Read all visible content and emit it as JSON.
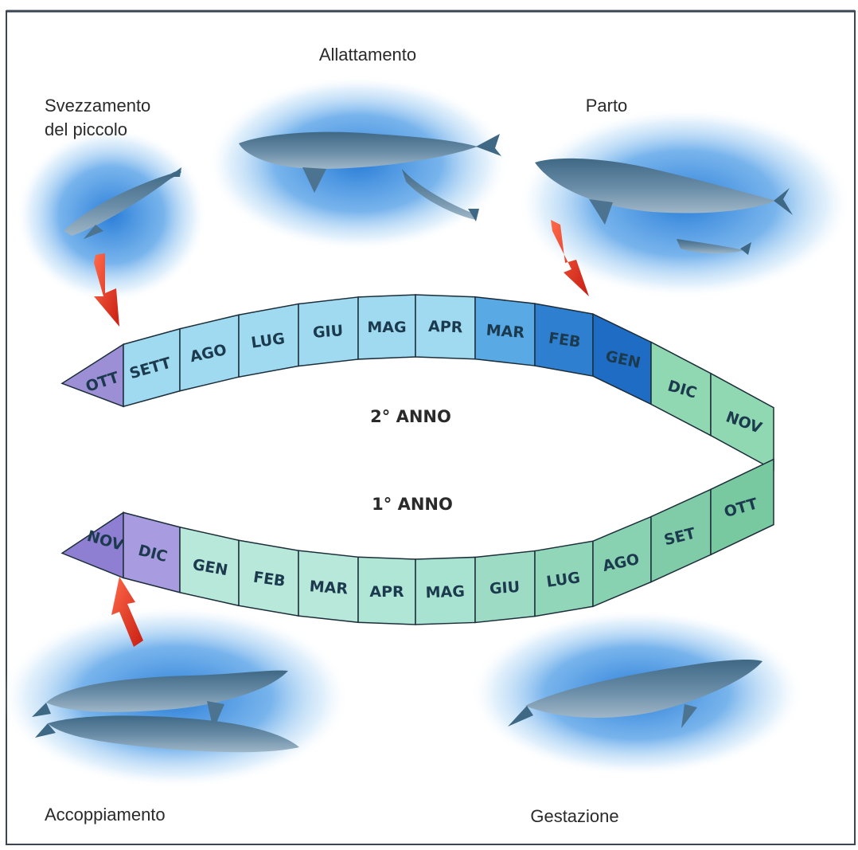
{
  "stages": {
    "weaning": [
      "Svezzamento",
      "del piccolo"
    ],
    "nursing": "Allattamento",
    "birth": "Parto",
    "mating": "Accoppiamento",
    "gestation": "Gestazione"
  },
  "years": {
    "second": "2° ANNO",
    "first": "1° ANNO"
  },
  "colors": {
    "water": "#2f86d9",
    "whale": "#5d7f98",
    "arrow": "#e23a2a",
    "band_purple": "#9d8fd6",
    "band_blue_light": "#9fdaf0",
    "band_blue_dark": "#2f7fd0",
    "band_green": "#8fd8b2"
  },
  "calendar": {
    "second_year_months": [
      "OTT",
      "SETT",
      "AGO",
      "LUG",
      "GIU",
      "MAG",
      "APR",
      "MAR",
      "FEB",
      "GEN",
      "DIC",
      "NOV"
    ],
    "first_year_months": [
      "NOV",
      "DIC",
      "GEN",
      "FEB",
      "MAR",
      "APR",
      "MAG",
      "GIU",
      "LUG",
      "AGO",
      "SET",
      "OTT"
    ]
  }
}
